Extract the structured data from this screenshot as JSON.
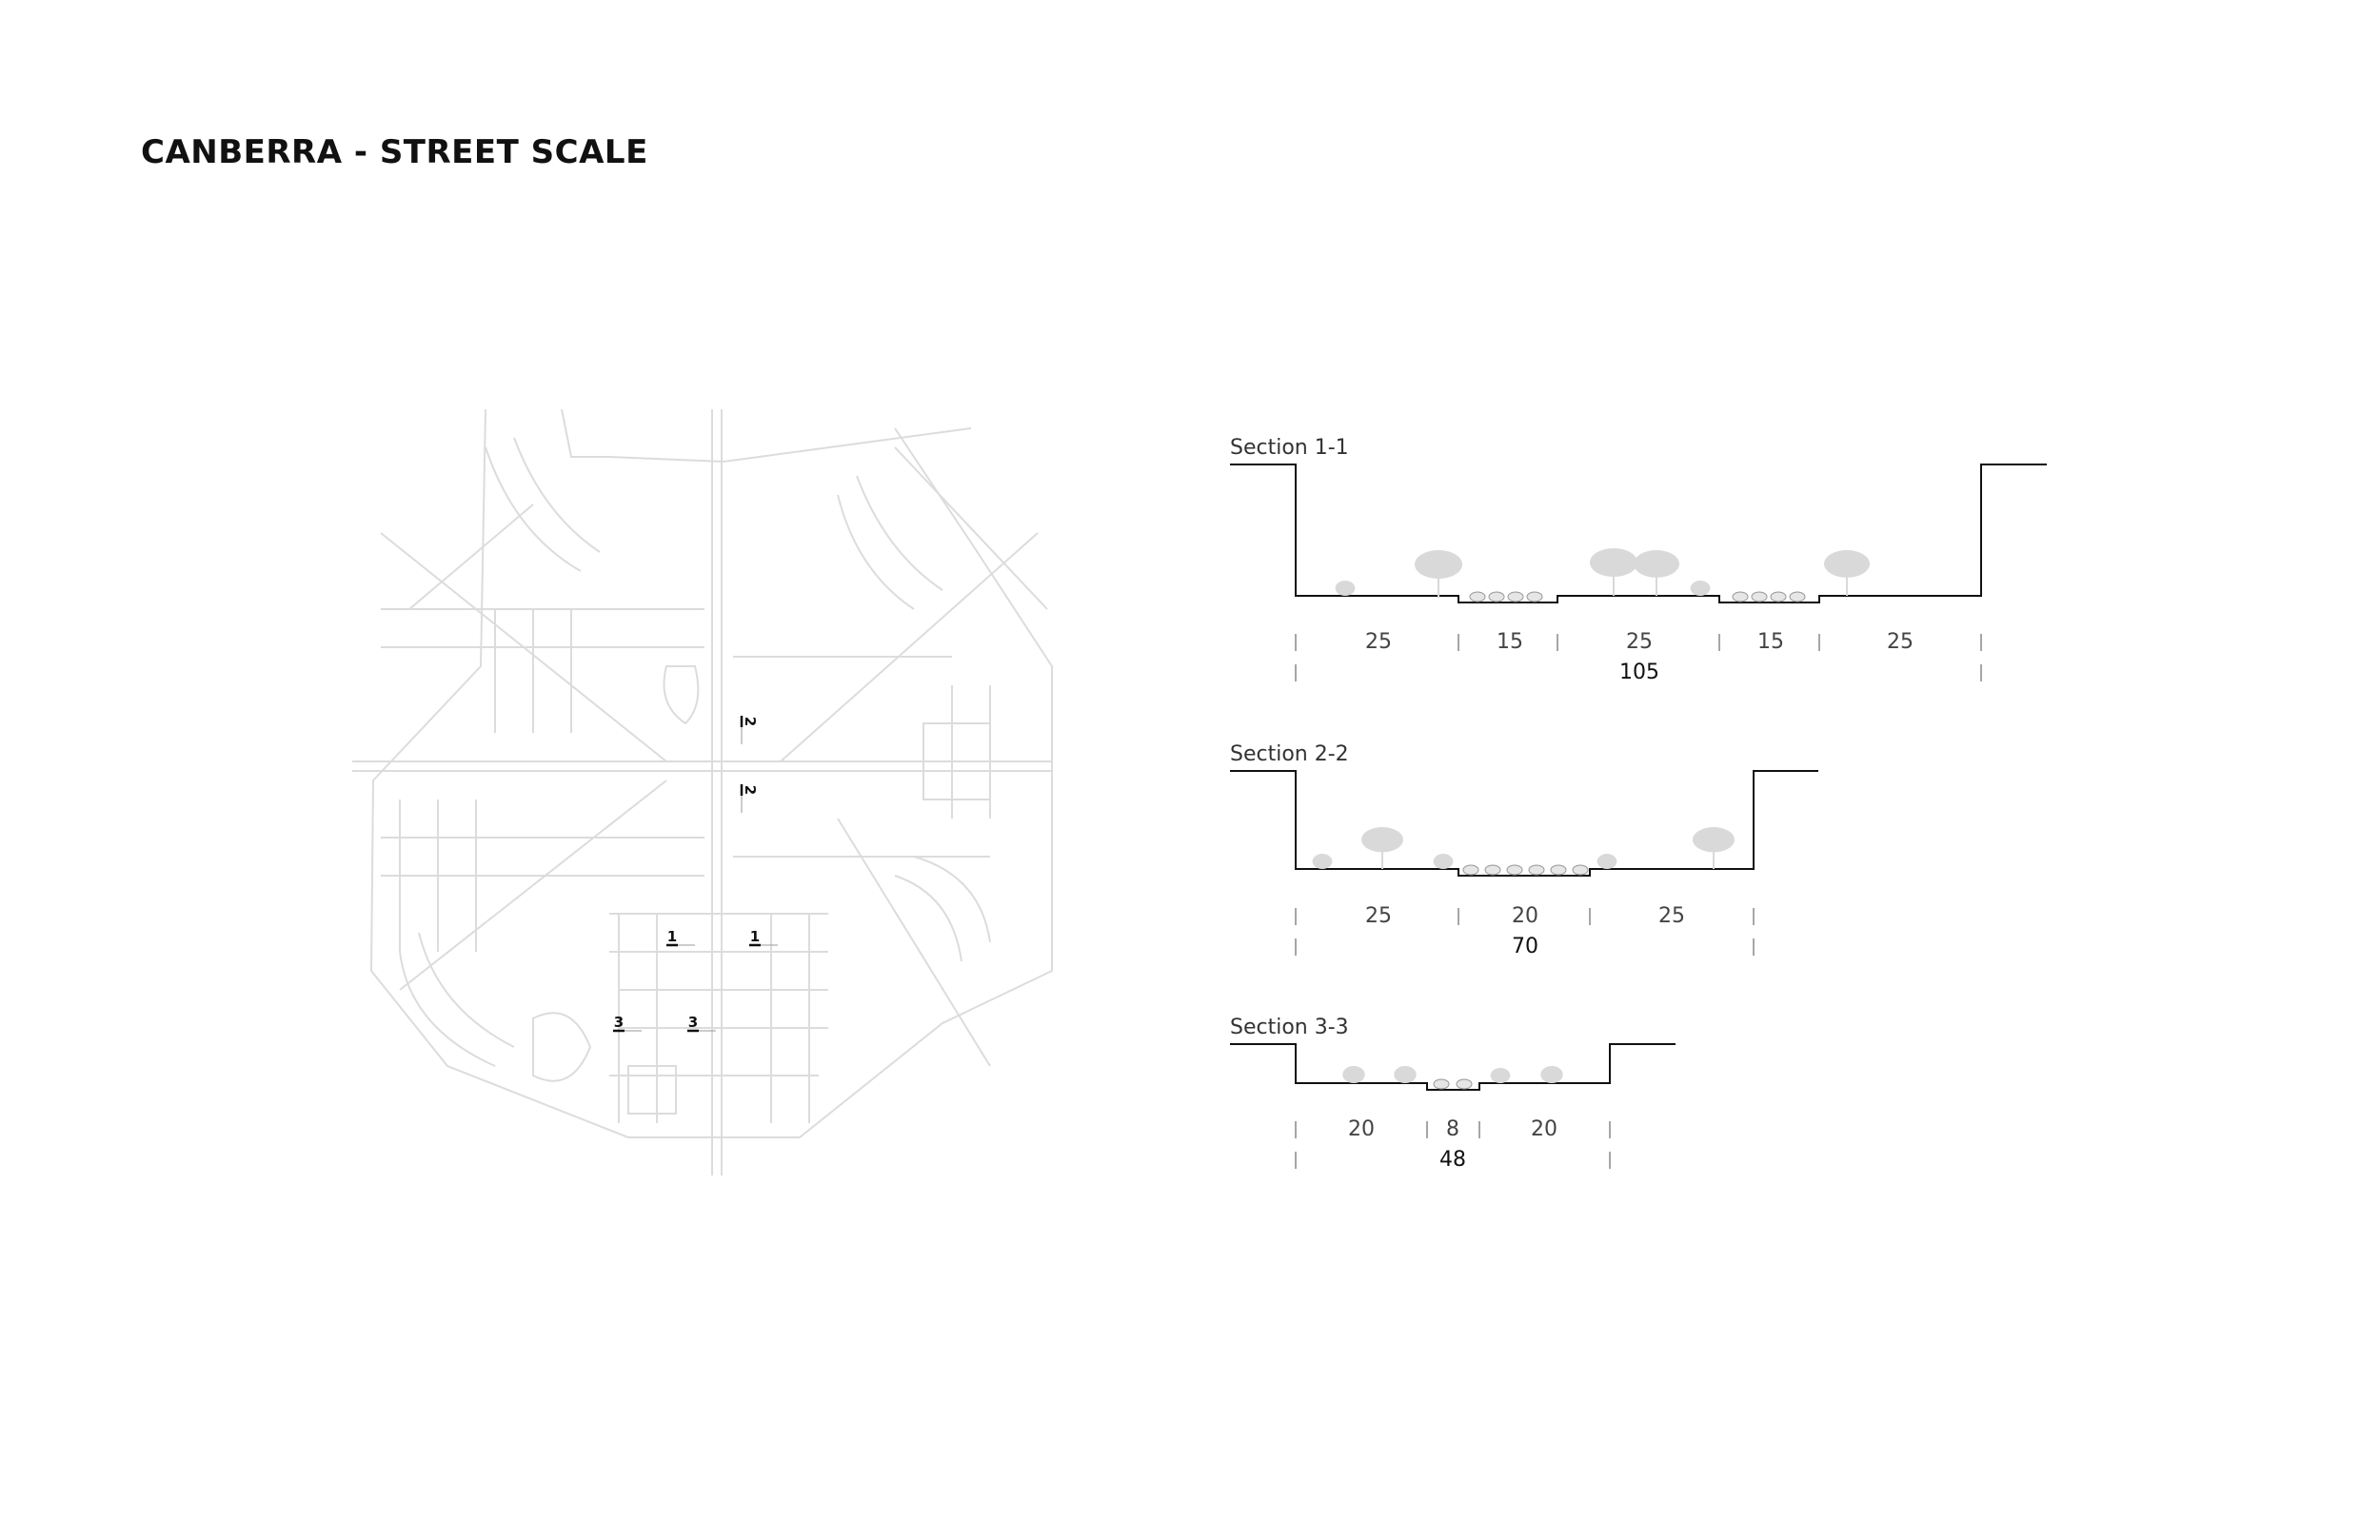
{
  "title": "CANBERRA - STREET SCALE",
  "map": {
    "section_markers": [
      {
        "label": "1"
      },
      {
        "label": "1"
      },
      {
        "label": "2"
      },
      {
        "label": "2"
      },
      {
        "label": "3"
      },
      {
        "label": "3"
      }
    ]
  },
  "sections": [
    {
      "name": "Section 1-1",
      "segments": [
        "25",
        "15",
        "25",
        "15",
        "25"
      ],
      "total": "105"
    },
    {
      "name": "Section 2-2",
      "segments": [
        "25",
        "20",
        "25"
      ],
      "total": "70"
    },
    {
      "name": "Section 3-3",
      "segments": [
        "20",
        "8",
        "20"
      ],
      "total": "48"
    }
  ],
  "colors": {
    "road_lines": "#dcdcdc",
    "section_profile": "#111111",
    "vegetation": "#d9d9d9",
    "tick": "#888888"
  }
}
